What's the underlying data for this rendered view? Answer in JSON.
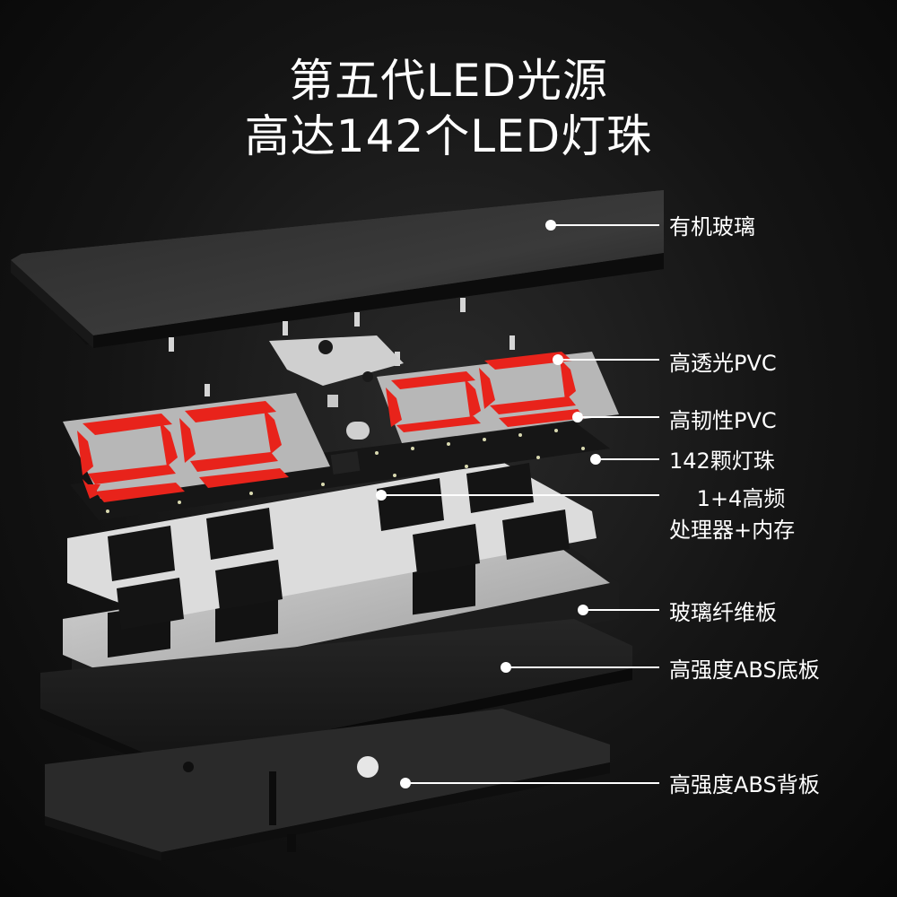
{
  "title": {
    "line1": "第五代LED光源",
    "line2": "高达142个LED灯珠"
  },
  "callouts": {
    "acrylic": "有机玻璃",
    "clear_pvc": "高透光PVC",
    "tough_pvc": "高韧性PVC",
    "led_beads": "142颗灯珠",
    "processor_line1": "1+4高频",
    "processor_line2": "处理器+内存",
    "fiberglass": "玻璃纤维板",
    "abs_base": "高强度ABS底板",
    "abs_back": "高强度ABS背板"
  },
  "colors": {
    "segment_red": "#e8231b",
    "segment_frame": "#b9b9b9",
    "board_silver": "#c8c8c8",
    "background": "#111111",
    "label_text": "#ffffff"
  }
}
